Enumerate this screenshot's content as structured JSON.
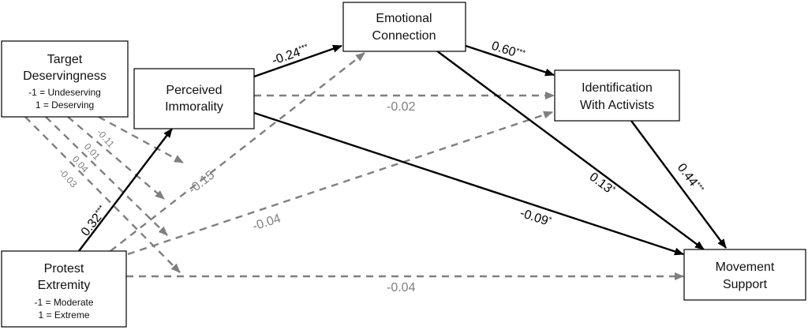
{
  "nodes": {
    "target_deservingness": {
      "title_line1": "Target",
      "title_line2": "Deservingness",
      "sub_line1": "-1 = Undeserving",
      "sub_line2": "1 = Deserving"
    },
    "perceived_immorality": {
      "title_line1": "Perceived",
      "title_line2": "Immorality"
    },
    "emotional_connection": {
      "title_line1": "Emotional",
      "title_line2": "Connection"
    },
    "identification": {
      "title_line1": "Identification",
      "title_line2": "With Activists"
    },
    "protest_extremity": {
      "title_line1": "Protest",
      "title_line2": "Extremity",
      "sub_line1": "-1 = Moderate",
      "sub_line2": "1 = Extreme"
    },
    "movement_support": {
      "title_line1": "Movement",
      "title_line2": "Support"
    }
  },
  "paths": {
    "extremity_to_immorality": {
      "coef": "0.32",
      "sig": "***"
    },
    "immorality_to_emotional": {
      "coef": "-0.24",
      "sig": "***"
    },
    "emotional_to_identification": {
      "coef": "0.60",
      "sig": "***"
    },
    "immorality_to_identification": {
      "coef": "-0.02",
      "sig": ""
    },
    "emotional_to_support": {
      "coef": "0.13",
      "sig": "*"
    },
    "identification_to_support": {
      "coef": "0.44",
      "sig": "***"
    },
    "immorality_to_support": {
      "coef": "-0.09",
      "sig": "*"
    },
    "extremity_to_emotional": {
      "coef": "-0.15",
      "sig": ""
    },
    "extremity_to_identification": {
      "coef": "-0.04",
      "sig": ""
    },
    "extremity_to_support": {
      "coef": "-0.04",
      "sig": ""
    }
  },
  "moderation": {
    "coef1": "-0.11",
    "coef2": "0.01",
    "coef3": "0.04",
    "coef4": "-0.03"
  }
}
